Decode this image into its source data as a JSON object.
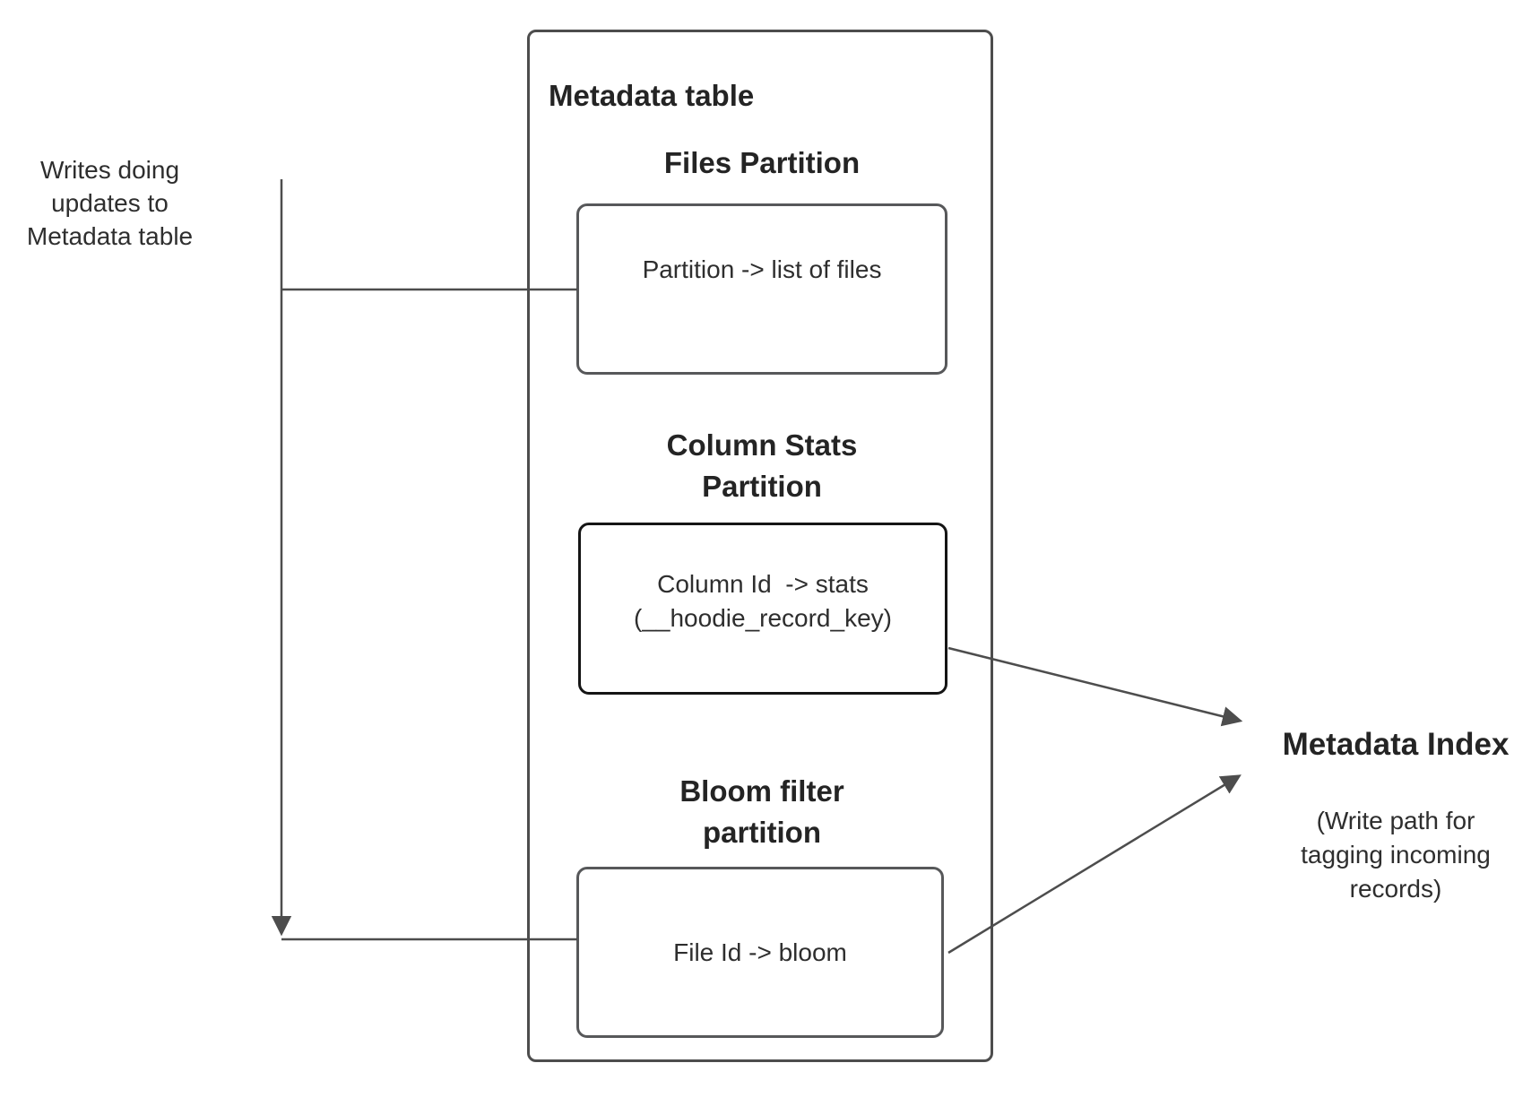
{
  "left_note": {
    "text": "Writes doing\nupdates to\nMetadata table"
  },
  "metadata_table": {
    "title": "Metadata table",
    "partitions": [
      {
        "id": "files",
        "heading": "Files Partition",
        "box_text": "Partition -> list of files",
        "emphasized": false
      },
      {
        "id": "column_stats",
        "heading": "Column Stats\nPartition",
        "box_text": "Column Id  -> stats\n(__hoodie_record_key)",
        "emphasized": true
      },
      {
        "id": "bloom_filter",
        "heading": "Bloom filter\npartition",
        "box_text": "File Id -> bloom",
        "emphasized": false
      }
    ]
  },
  "metadata_index": {
    "title": "Metadata Index",
    "caption": "(Write path for\ntagging incoming\nrecords)"
  },
  "colors": {
    "line_color": "#4d4d4d",
    "box_border_color": "#57585a",
    "emphasis_border_color": "#151515"
  }
}
